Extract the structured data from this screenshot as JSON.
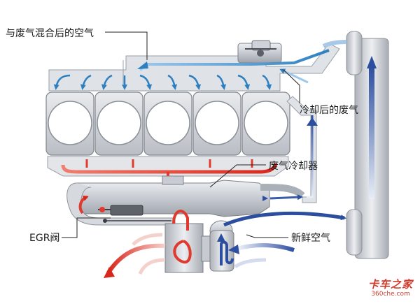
{
  "labels": {
    "mixed_air": "与废气混合后的空气",
    "cooled_exhaust": "冷却后的废气",
    "exhaust_cooler": "废气冷却器",
    "egr_valve": "EGR阀",
    "fresh_air": "新鲜空气"
  },
  "watermark": {
    "name": "卡车之家",
    "url": "360che.com"
  },
  "colors": {
    "hot": "#e03a2e",
    "cool": "#3b5ca8",
    "mixed": "#2d7fc0",
    "metal": "#c9ccd2",
    "leader": "#222222"
  }
}
